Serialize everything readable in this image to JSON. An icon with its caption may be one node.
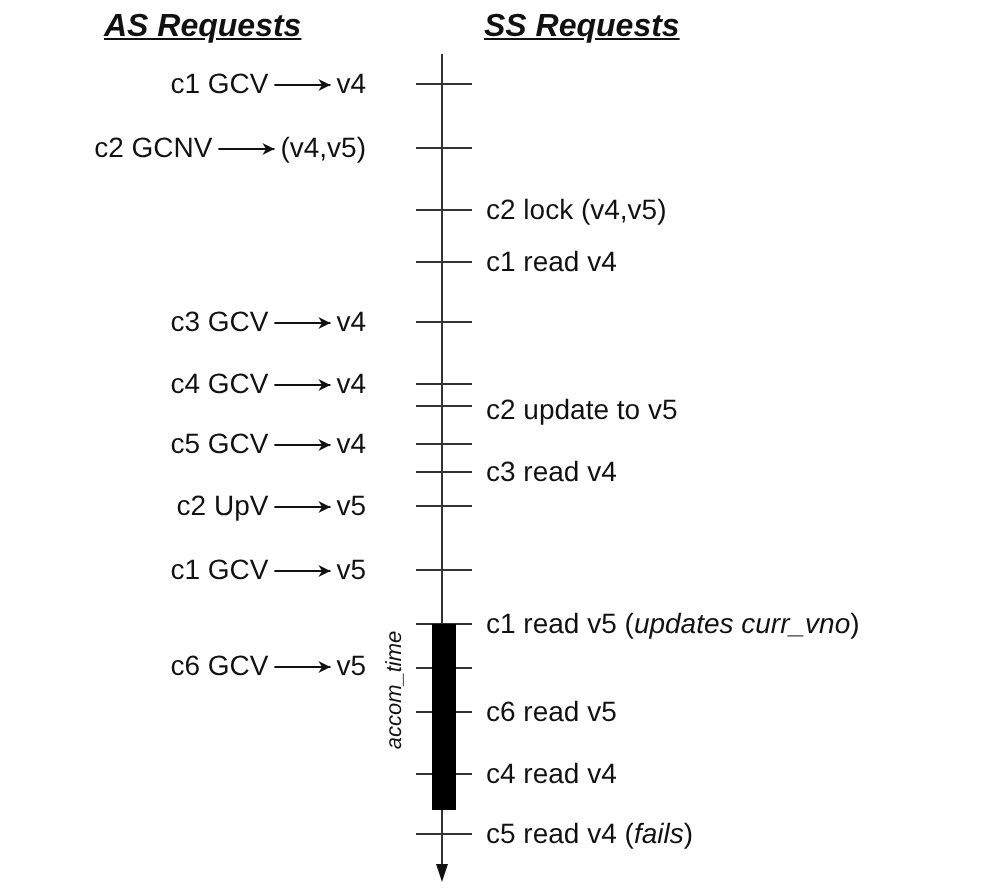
{
  "diagram": {
    "nodes": [
      {
        "text": [
          "c1 GCV"
        ]
      },
      {
        "text": [
          "v4"
        ]
      },
      {
        "text": [
          "c2 GCNV"
        ]
      },
      {
        "text": [
          "(v4,v5)"
        ]
      },
      {
        "text": [
          "c3 GCV"
        ]
      },
      {
        "text": [
          "v4"
        ]
      },
      {
        "text": [
          "c4 GCV"
        ]
      },
      {
        "text": [
          "v4"
        ]
      },
      {
        "text": [
          "c5 GCV"
        ]
      },
      {
        "text": [
          "v4"
        ]
      },
      {
        "text": [
          "c2 UpV"
        ]
      },
      {
        "text": [
          "v5"
        ]
      },
      {
        "text": [
          "c1 GCV"
        ]
      },
      {
        "text": [
          "v5"
        ]
      },
      {
        "text": [
          "c6 GCV"
        ]
      },
      {
        "text": [
          "v5"
        ]
      }
    ],
    "edges": [
      {
        "from": 0,
        "to": 1,
        "arrow": "to"
      },
      {
        "from": 2,
        "to": 3,
        "arrow": "to"
      },
      {
        "from": 4,
        "to": 5,
        "arrow": "to"
      },
      {
        "from": 6,
        "to": 7,
        "arrow": "to"
      },
      {
        "from": 8,
        "to": 9,
        "arrow": "to"
      },
      {
        "from": 10,
        "to": 11,
        "arrow": "to"
      },
      {
        "from": 12,
        "to": 13,
        "arrow": "to"
      },
      {
        "from": 14,
        "to": 15,
        "arrow": "to"
      }
    ],
    "labels": [
      "AS Requests",
      "SS Requests",
      "c2 lock (v4,v5)",
      "c1 read v4",
      "c2 update to v5",
      "c3 read v4",
      "c1 read v5 (*updates curr_vno*)",
      "c6 read v5",
      "c4 read v4",
      "c5 read v4 (*fails*)",
      "accom_time"
    ]
  }
}
